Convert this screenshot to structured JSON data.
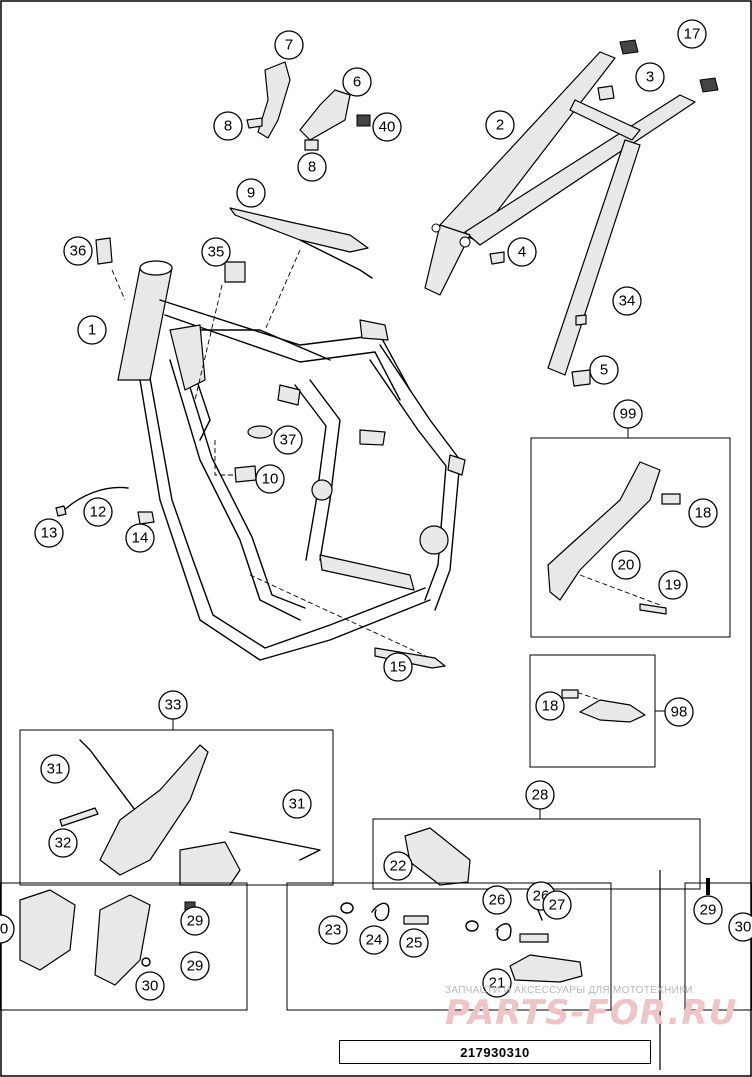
{
  "drawing_number": "217930310",
  "watermark": {
    "caption": "ЗАПЧАСТИ И АКСЕССУАРЫ ДЛЯ МОТОТЕХНИКИ",
    "brand": "PARTS-FOR.RU"
  },
  "callouts": {
    "c1": "1",
    "c2": "2",
    "c3": "3",
    "c4": "4",
    "c5": "5",
    "c6": "6",
    "c7": "7",
    "c8a": "8",
    "c8b": "8",
    "c9": "9",
    "c10": "10",
    "c12": "12",
    "c13": "13",
    "c14": "14",
    "c15": "15",
    "c17": "17",
    "c18a": "18",
    "c18b": "18",
    "c19": "19",
    "c20": "20",
    "c21": "21",
    "c22": "22",
    "c23": "23",
    "c24": "24",
    "c25": "25",
    "c26": "26",
    "c27": "27",
    "c28": "28",
    "c29a": "29",
    "c29b": "29",
    "c29c": "29",
    "c30a": "30",
    "c30b": "30",
    "c31a": "31",
    "c31b": "31",
    "c32": "32",
    "c33": "33",
    "c34": "34",
    "c35": "35",
    "c36": "36",
    "c37": "37",
    "c40": "40",
    "c98": "98",
    "c99": "99",
    "c0": "0",
    "c26b": "26"
  }
}
